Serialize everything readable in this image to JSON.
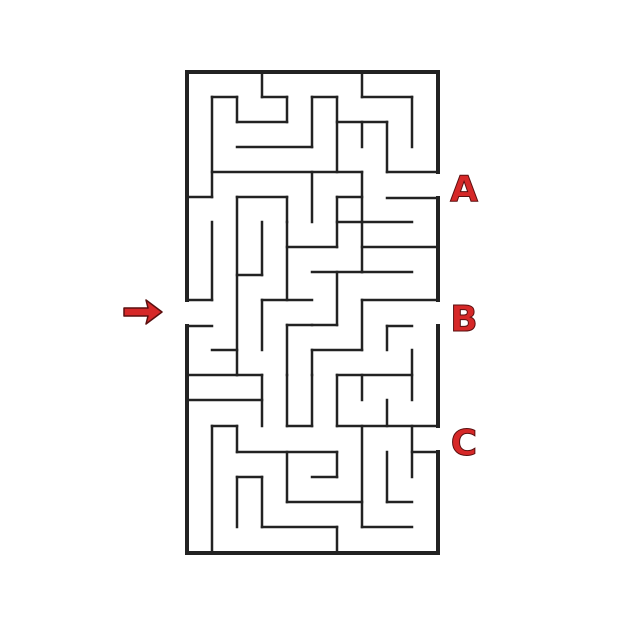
{
  "puzzle": {
    "type": "maze",
    "entrance": {
      "side": "left",
      "marker": "right-arrow-icon"
    },
    "exits": [
      {
        "label": "A",
        "side": "right"
      },
      {
        "label": "B",
        "side": "right"
      },
      {
        "label": "C",
        "side": "right"
      }
    ]
  },
  "colors": {
    "wall": "#222222",
    "accent": "#d62828",
    "accent_outline": "#5a0f0f",
    "background": "#ffffff"
  }
}
